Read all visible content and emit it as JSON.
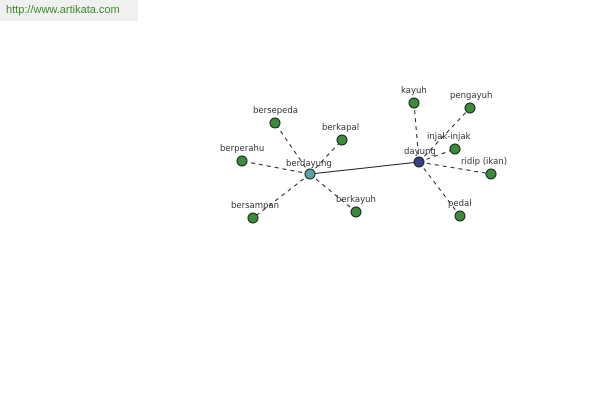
{
  "source_url": "http://www.artikata.com",
  "graph": {
    "hubs": [
      {
        "id": "berdayung",
        "label": "berdayung",
        "color": "#5aa0a8"
      },
      {
        "id": "dayung",
        "label": "dayung",
        "color": "#3c3c8c"
      }
    ],
    "leaves": [
      {
        "id": "bersepeda",
        "label": "bersepeda",
        "hub": "berdayung",
        "color": "#3c8a3c"
      },
      {
        "id": "berkapal",
        "label": "berkapal",
        "hub": "berdayung",
        "color": "#3c8a3c"
      },
      {
        "id": "berperahu",
        "label": "berperahu",
        "hub": "berdayung",
        "color": "#3c8a3c"
      },
      {
        "id": "bersampan",
        "label": "bersampan",
        "hub": "berdayung",
        "color": "#3c8a3c"
      },
      {
        "id": "berkayuh",
        "label": "berkayuh",
        "hub": "berdayung",
        "color": "#3c8a3c"
      },
      {
        "id": "kayuh",
        "label": "kayuh",
        "hub": "dayung",
        "color": "#3c8a3c"
      },
      {
        "id": "pengayuh",
        "label": "pengayuh",
        "hub": "dayung",
        "color": "#3c8a3c"
      },
      {
        "id": "injak-injak",
        "label": "injak-injak",
        "hub": "dayung",
        "color": "#3c8a3c"
      },
      {
        "id": "ridip",
        "label": "ridip (ikan)",
        "hub": "dayung",
        "color": "#3c8a3c"
      },
      {
        "id": "pedal",
        "label": "pedal",
        "hub": "dayung",
        "color": "#3c8a3c"
      }
    ],
    "links": [
      {
        "from": "berdayung",
        "to": "dayung",
        "style": "solid"
      }
    ]
  }
}
